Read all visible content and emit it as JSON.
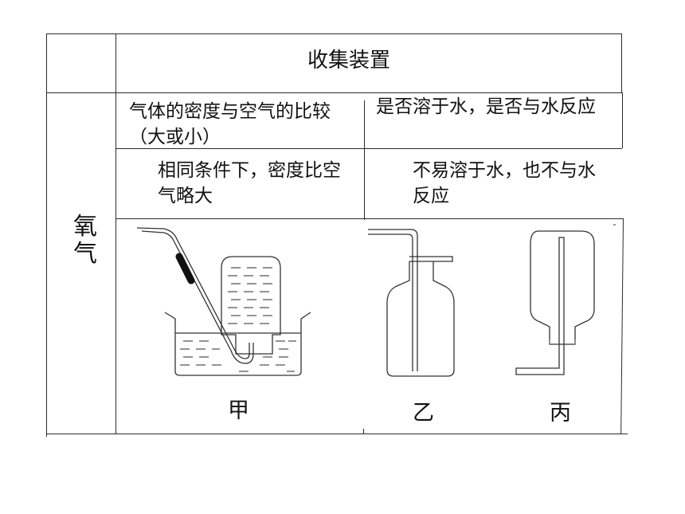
{
  "table": {
    "header": "收集装置",
    "row_label": "氧气",
    "question_density": "气体的密度与空气的比较（大或小）",
    "question_solubility": "是否溶于水，是否与水反应",
    "answer_density": "相同条件下，密度比空气略大",
    "answer_solubility": "不易溶于水，也不与水反应"
  },
  "apparatus": [
    {
      "label": "甲"
    },
    {
      "label": "乙"
    },
    {
      "label": "丙"
    }
  ]
}
